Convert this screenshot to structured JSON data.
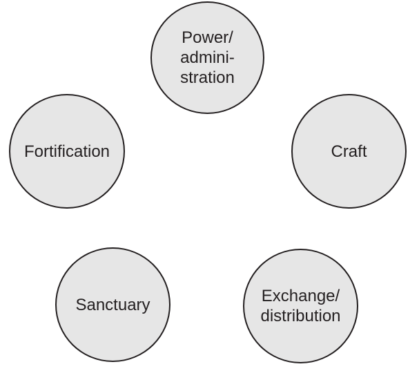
{
  "nodes": [
    {
      "id": "power",
      "label": "Power/\nadmini-\nstration"
    },
    {
      "id": "fortification",
      "label": "Fortification"
    },
    {
      "id": "craft",
      "label": "Craft"
    },
    {
      "id": "sanctuary",
      "label": "Sanctuary"
    },
    {
      "id": "exchange",
      "label": "Exchange/\ndistribution"
    }
  ],
  "colors": {
    "fill": "#e6e6e6",
    "stroke": "#231f20",
    "text": "#231f20"
  }
}
